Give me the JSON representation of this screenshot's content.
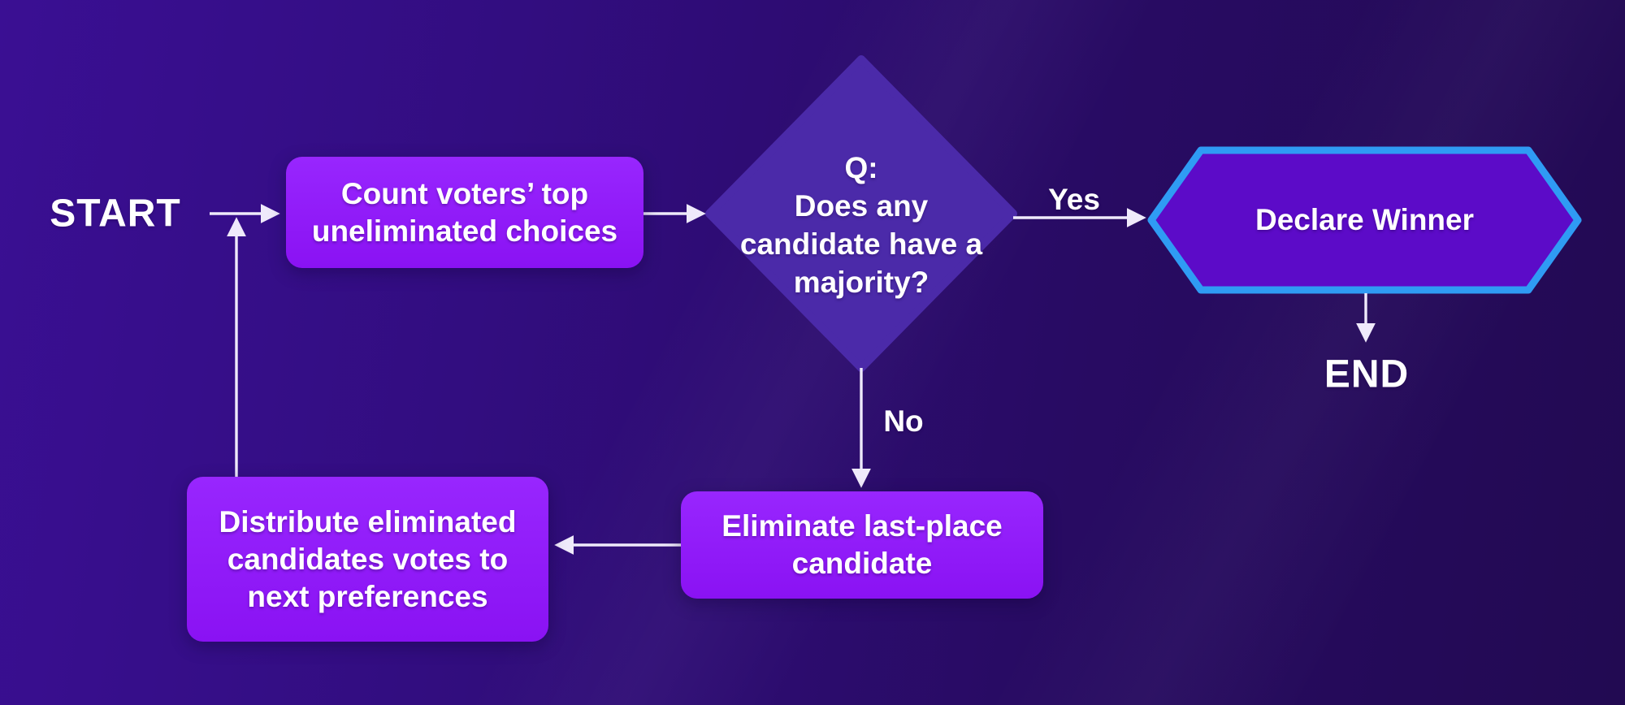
{
  "background": {
    "gradient_left": "#3a0f93",
    "gradient_right": "#220a52"
  },
  "palette": {
    "process_box_fill": "#9020fb",
    "decision_fill": "#4b2aa9",
    "terminal_fill": "#5c0bc8",
    "terminal_border": "#2f9bf4",
    "connector": "#efeafb",
    "text": "#ffffff"
  },
  "labels": {
    "start": "START",
    "end": "END",
    "yes": "Yes",
    "no": "No"
  },
  "nodes": {
    "count": {
      "lines": [
        "Count voters’ top",
        "uneliminated choices"
      ]
    },
    "decision": {
      "lines": [
        "Q:",
        "Does any",
        "candidate have a",
        "majority?"
      ]
    },
    "declare": {
      "lines": [
        "Declare Winner"
      ]
    },
    "eliminate": {
      "lines": [
        "Eliminate last-place",
        "candidate"
      ]
    },
    "distribute": {
      "lines": [
        "Distribute eliminated",
        "candidates votes to",
        "next preferences"
      ]
    }
  }
}
